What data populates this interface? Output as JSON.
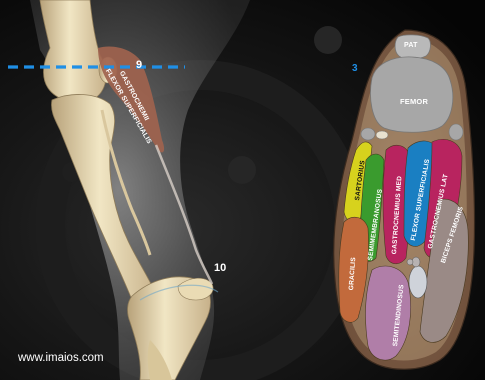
{
  "markers": {
    "level_9": "9",
    "level_3": "3",
    "level_10": "10"
  },
  "leg_labels": {
    "gastrocnemii": "GASTROCNEMII",
    "flexor_superficialis": "FLEXOR SUPERFICIALIS"
  },
  "section_labels": {
    "pat": "PAT",
    "femor": "FEMOR",
    "sartorius": "SARTORIUS",
    "semimembranosus": "SEMIMEMBRANOSUS",
    "gastrocnemius_med": "GASTROCNEMIUS MED",
    "flexor_superficialis": "FLEXOR SUPERFICIALIS",
    "gastrocnemius_lat": "GASTROCNEMIUS LAT",
    "biceps_femoris": "BICEPS FEMORIS",
    "gracilis": "GRACILIS",
    "semitendinosus": "SEMITENDINOSUS"
  },
  "watermark": "www.imaios.com",
  "colors": {
    "cut_line": "#1f8fe6",
    "bone": "#e6d6a8",
    "muscle_brown": "#a0634e",
    "gastrocnemius": "#b8245f",
    "flexor": "#1a7fc2",
    "sartorius": "#d7d21d",
    "semimembranosus": "#3a9b2e",
    "gracilis": "#c26a3c",
    "semitendinosus": "#b07ea8",
    "biceps": "#9a8a86",
    "section_bone": "#a7a7a7"
  }
}
